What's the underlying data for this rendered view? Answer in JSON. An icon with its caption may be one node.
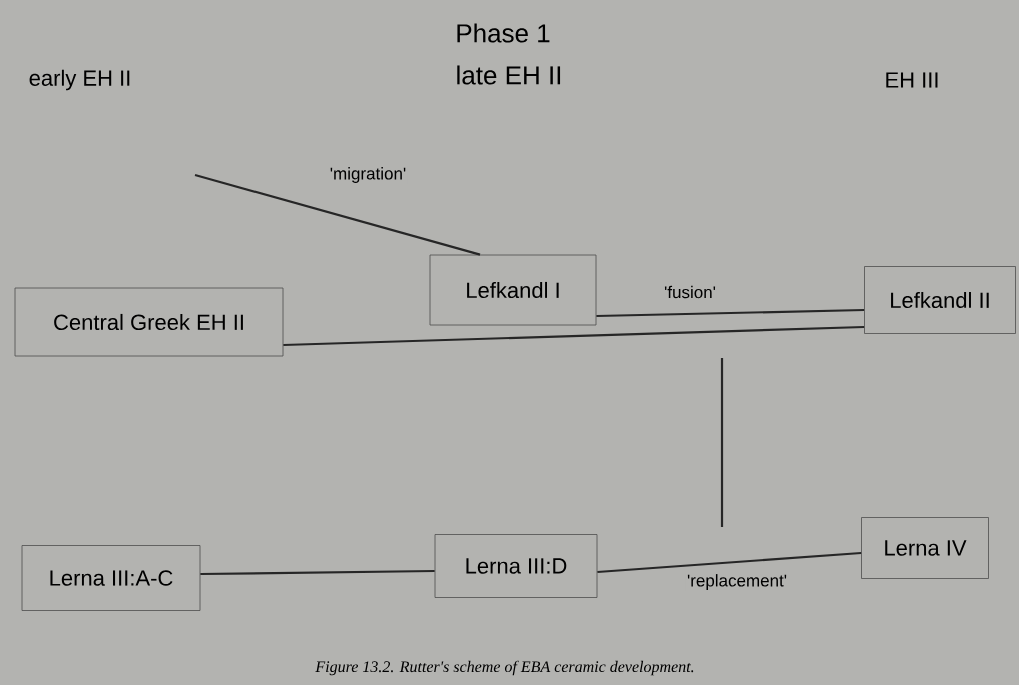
{
  "diagram": {
    "caption": "Figure 13.2. Rutter's scheme of EBA ceramic development.",
    "nodes": [
      {
        "text": [
          "Central Greek EH II"
        ]
      },
      {
        "text": [
          "Lefkandl I"
        ]
      },
      {
        "text": [
          "Lefkandl II"
        ]
      },
      {
        "text": [
          "Lerna III:A-C"
        ]
      },
      {
        "text": [
          "Lerna III:D"
        ]
      },
      {
        "text": [
          "Lerna IV"
        ]
      }
    ],
    "edges": [
      {
        "from": null,
        "to": 1,
        "arrow": "none",
        "label": "'migration'"
      },
      {
        "from": 1,
        "to": 2,
        "arrow": "none",
        "label": "'fusion'"
      },
      {
        "from": 0,
        "to": 2,
        "arrow": "none"
      },
      {
        "from": 3,
        "to": 4,
        "arrow": "none"
      },
      {
        "from": 4,
        "to": 5,
        "arrow": "none",
        "label": "'replacement'"
      }
    ],
    "labels": [
      "early EH II",
      "Phase 1",
      "late EH II",
      "EH III"
    ]
  }
}
